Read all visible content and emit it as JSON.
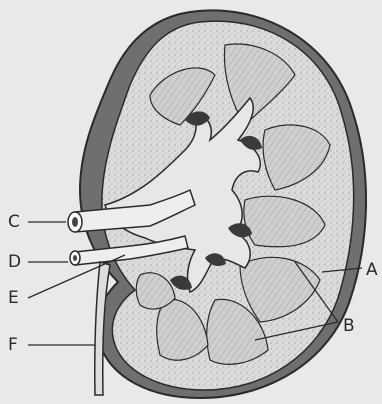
{
  "labels": {
    "a": "A",
    "b": "B",
    "c": "C",
    "d": "D",
    "e": "E",
    "f": "F"
  },
  "colors": {
    "background": "#e9e9e9",
    "capsule_dark": "#6f6f6f",
    "cortex": "#d8d8d8",
    "medulla": "#c9c9c9",
    "line": "#2a2a2a"
  }
}
